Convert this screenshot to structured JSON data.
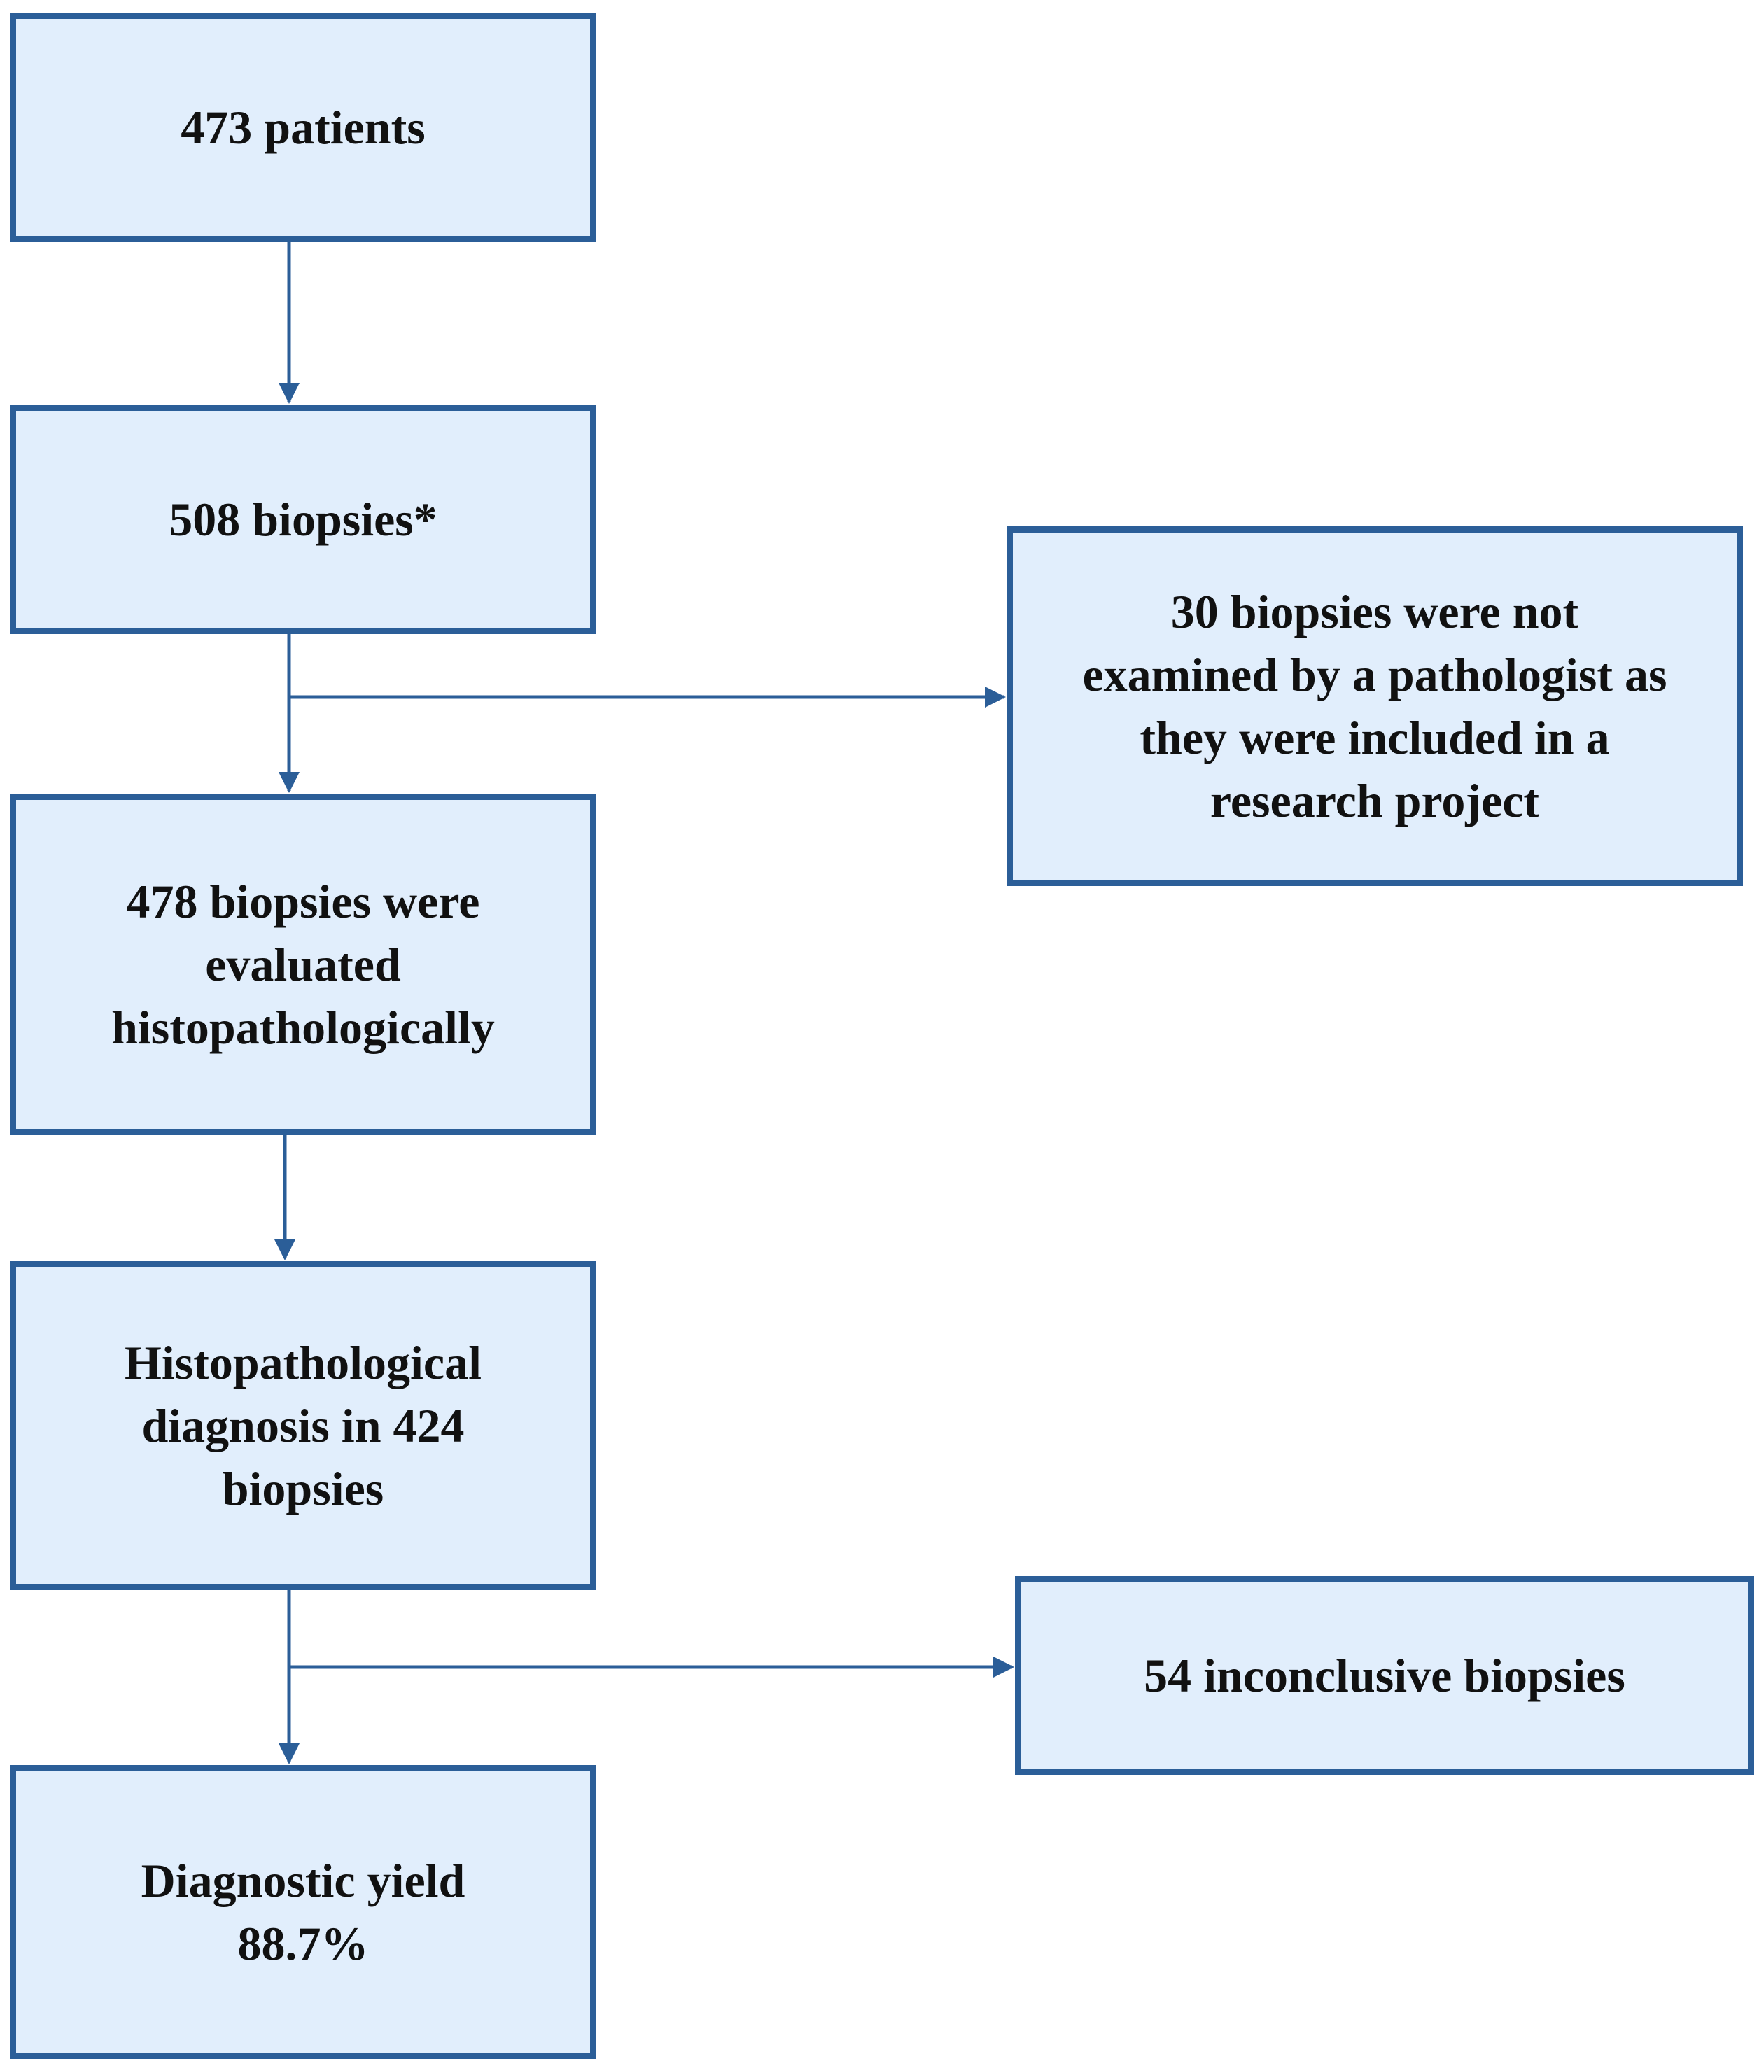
{
  "boxes": {
    "patients": "473 patients",
    "biopsies": "508 biopsies*",
    "excluded_lines": [
      "30 biopsies were not",
      "examined by a pathologist as",
      "they were included in a",
      "research project"
    ],
    "evaluated_lines": [
      "478 biopsies were",
      "evaluated",
      "histopathologically"
    ],
    "diagnosis_lines": [
      "Histopathological",
      "diagnosis in 424",
      "biopsies"
    ],
    "inconclusive": "54 inconclusive biopsies",
    "yield_lines": [
      "Diagnostic yield",
      "88.7%"
    ]
  },
  "colors": {
    "box_fill": "#e1eefc",
    "box_border": "#2b5e98",
    "arrow": "#2b5e98",
    "text": "#111111"
  }
}
